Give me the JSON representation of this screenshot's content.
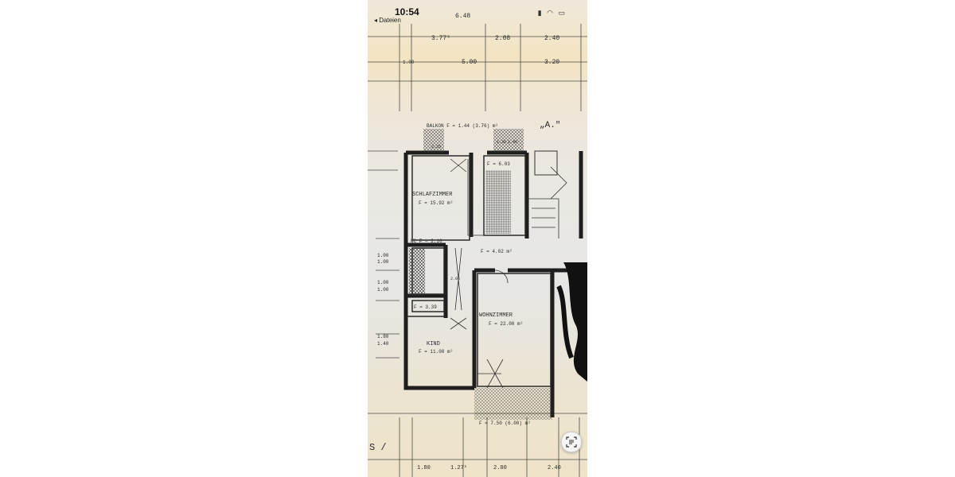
{
  "status_bar": {
    "time": "10:54",
    "back_label": "◂ Dateien",
    "icons": [
      "signal-icon",
      "wifi-icon",
      "battery-icon"
    ]
  },
  "plan": {
    "top_dims": [
      "6.48",
      "3.77⁵",
      "2.08",
      "2.40",
      "5.00",
      "3.20",
      "1.00"
    ],
    "balcony_top": "BALKON F = 1.44 (3.76) m²",
    "block_label": "„A.\"",
    "bedroom": {
      "name": "SCHLAFZIMMER",
      "area": "F = 15.92 m²"
    },
    "kitchen_area": "F = 6.03",
    "hall_area": "F = 4.02 m²",
    "wc_area": "WC F = 2.16",
    "bath_area": "F = 3.39",
    "living": {
      "name": "WOHNZIMMER",
      "area": "F = 22.00 m²"
    },
    "child": {
      "name": "KIND",
      "area": "F = 11.00 m²"
    },
    "balcony_bottom": "F = 7.50 (6.00) m²",
    "left_dims": [
      "1.00",
      "1.00",
      "1.00",
      "1.00",
      "1.80",
      "1.40"
    ],
    "bottom_dims": [
      "1.80",
      "1.27⁵",
      "2.00",
      "2.40"
    ],
    "small_dims": [
      "2.25",
      "1.30",
      "1.40",
      "2.06"
    ],
    "section_mark": "S /"
  },
  "colors": {
    "ink": "#2b2b2b",
    "paper": "#ece7dc",
    "stain": "#f1ddb0"
  }
}
